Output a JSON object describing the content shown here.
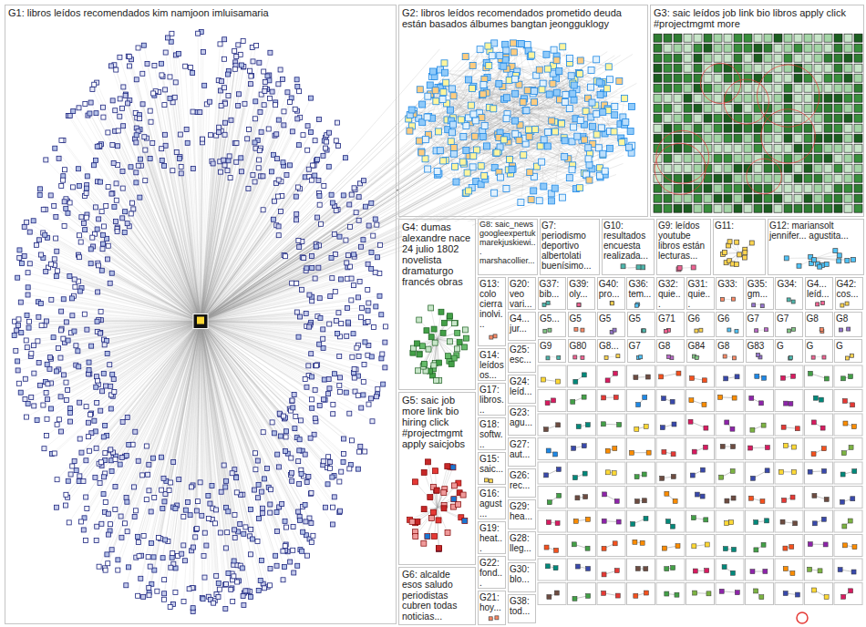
{
  "diagram": {
    "nodes": [
      {
        "text": [
          "G1: libros leídos recomendados kim namjoon imluisamaria"
        ]
      },
      {
        "text": [
          "G2: libros leídos recomendados prometido deuda están basados álbumes bangtan jeongguklogy"
        ]
      },
      {
        "text": [
          "G3: saic leídos job link bio libros apply click #projectmgmt more"
        ]
      },
      {
        "text": [
          "G4: dumas alexandre nace 24 julio 1802 novelista dramaturgo francés obras"
        ]
      },
      {
        "text": [
          "G8: saic_news googleexpertuk marekjuskiewi... marshacollier..."
        ]
      },
      {
        "text": [
          "G7: periodismo deportivo albertolati buenísimo..."
        ]
      },
      {
        "text": [
          "G10: resultados encuesta realizada..."
        ]
      },
      {
        "text": [
          "G9: leídos youtube libros están lecturas..."
        ]
      },
      {
        "text": [
          "G11:"
        ]
      },
      {
        "text": [
          "G12: mariansolt jennifer... agustita..."
        ]
      },
      {
        "text": [
          "G5: saic job more link bio hiring click #projectmgmt apply saicjobs"
        ]
      },
      {
        "text": [
          "G6: alcalde esos saludo periodistas cubren todas noticias..."
        ]
      },
      {
        "text": [
          "G13: colo cierra inolvi..."
        ]
      },
      {
        "text": [
          "G14: leídos os..."
        ]
      },
      {
        "text": [
          "G17: libros..."
        ]
      },
      {
        "text": [
          "G18: softw..."
        ]
      },
      {
        "text": [
          "G15: saic..."
        ]
      },
      {
        "text": [
          "G16: agust..."
        ]
      },
      {
        "text": [
          "G19: heat..."
        ]
      },
      {
        "text": [
          "G22: fond..."
        ]
      },
      {
        "text": [
          "G21: hoy..."
        ]
      },
      {
        "text": [
          "G20: veo vari..."
        ]
      },
      {
        "text": [
          "G37: bib..."
        ]
      },
      {
        "text": [
          "G39: oly..."
        ]
      },
      {
        "text": [
          "G40: pro..."
        ]
      },
      {
        "text": [
          "G36: tem..."
        ]
      },
      {
        "text": [
          "G32: quie..."
        ]
      },
      {
        "text": [
          "G31: quie..."
        ]
      },
      {
        "text": [
          "G33:"
        ]
      },
      {
        "text": [
          "G35: gm..."
        ]
      },
      {
        "text": [
          "G34:"
        ]
      },
      {
        "text": [
          "G4... leíd..."
        ]
      },
      {
        "text": [
          "G42: cos..."
        ]
      },
      {
        "text": [
          "G4... jur..."
        ]
      },
      {
        "text": [
          "G25: esc..."
        ]
      },
      {
        "text": [
          "G24: leíd..."
        ]
      },
      {
        "text": [
          "G23: agu..."
        ]
      },
      {
        "text": [
          "G27: aut..."
        ]
      },
      {
        "text": [
          "G26: rec..."
        ]
      },
      {
        "text": [
          "G29: hea..."
        ]
      },
      {
        "text": [
          "G28: lleg..."
        ]
      },
      {
        "text": [
          "G30: blo..."
        ]
      },
      {
        "text": [
          "G38: tod..."
        ]
      },
      {
        "text": [
          "G5..."
        ]
      },
      {
        "text": [
          "G5"
        ]
      },
      {
        "text": [
          "G5"
        ]
      },
      {
        "text": [
          "G5"
        ]
      },
      {
        "text": [
          "G71"
        ]
      },
      {
        "text": [
          "G6"
        ]
      },
      {
        "text": [
          "G6"
        ]
      },
      {
        "text": [
          "G7"
        ]
      },
      {
        "text": [
          "G7"
        ]
      },
      {
        "text": [
          "G8"
        ]
      },
      {
        "text": [
          "G8"
        ]
      },
      {
        "text": [
          "G9"
        ]
      },
      {
        "text": [
          "G80"
        ]
      },
      {
        "text": [
          "G8..."
        ]
      },
      {
        "text": [
          "G7"
        ]
      },
      {
        "text": [
          "G8"
        ]
      },
      {
        "text": [
          "G84"
        ]
      },
      {
        "text": [
          "G8"
        ]
      },
      {
        "text": [
          "G83"
        ]
      },
      {
        "text": [
          "G"
        ]
      },
      {
        "text": [
          "G"
        ]
      },
      {
        "text": [
          "G"
        ]
      }
    ],
    "edges": [
      {
        "from": 0,
        "to": 1,
        "arrow": "none"
      }
    ]
  }
}
